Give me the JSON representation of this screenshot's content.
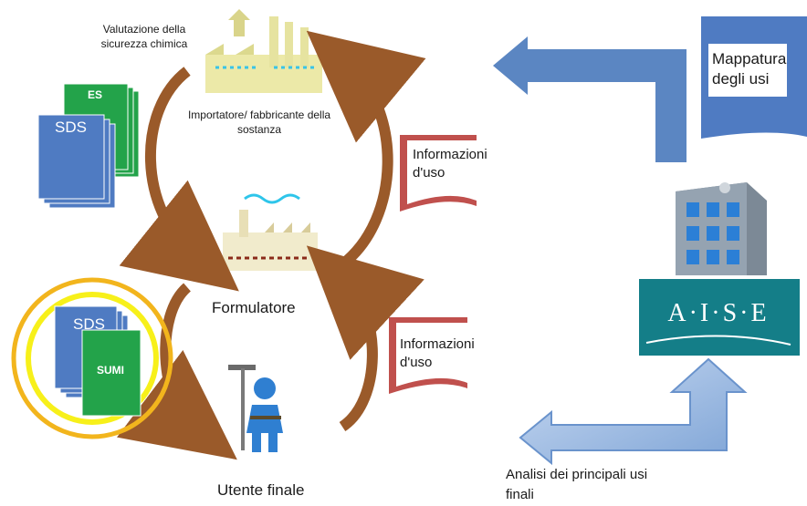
{
  "diagram": {
    "assessment_label": "Valutazione della sicurezza chimica",
    "importer_label": "Importatore/ fabbricante della sostanza",
    "formulator_label": "Formulatore",
    "end_user_label": "Utente finale",
    "info_use_top": "Informazioni d'uso",
    "info_use_bottom": "Informazioni d'uso",
    "use_mapping": "Mappatura degli usi",
    "analysis_label": "Analisi dei principali usi finali",
    "doc_es": "ES",
    "doc_sds_top": "SDS",
    "doc_sds_bottom": "SDS",
    "doc_sumi": "SUMI",
    "org_logo": "A·I·S·E"
  },
  "colors": {
    "blue_arrow": "#5b86c2",
    "brown_arrow": "#9a5a2a",
    "doc_blue": "#4f7bc2",
    "doc_green": "#23a34a",
    "info_red": "#c0504d",
    "aise_teal": "#147e88",
    "highlight_yellow": "#f6d11c"
  }
}
